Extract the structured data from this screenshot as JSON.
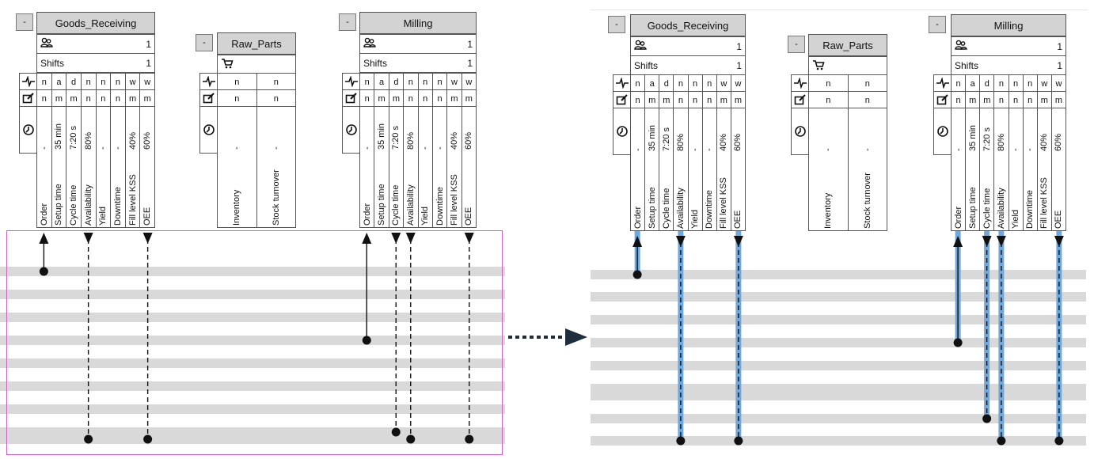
{
  "left_view": {
    "panels": [
      {
        "id": "goods",
        "collapse_label": "-",
        "title": "Goods_Receiving",
        "people_count": "1",
        "shifts_label": "Shifts",
        "shifts_count": "1",
        "row_pulse": [
          "n",
          "a",
          "d",
          "n",
          "n",
          "n",
          "w",
          "w"
        ],
        "row_edit": [
          "n",
          "m",
          "m",
          "n",
          "n",
          "n",
          "m",
          "m"
        ],
        "row_time": [
          "-",
          "35 min",
          "7:20 s",
          "80%",
          "-",
          "-",
          "40%",
          "60%"
        ],
        "labels": [
          "Order",
          "Setup time",
          "Cycle time",
          "Availability",
          "Yield",
          "Downtime",
          "Fill level KSS",
          "OEE"
        ]
      },
      {
        "id": "raw",
        "collapse_label": "-",
        "title": "Raw_Parts",
        "row_pulse": [
          "n",
          "n"
        ],
        "row_edit": [
          "n",
          "n"
        ],
        "row_time": [
          "-",
          "-"
        ],
        "labels": [
          "Inventory",
          "Stock turnover"
        ]
      },
      {
        "id": "milling",
        "collapse_label": "-",
        "title": "Milling",
        "people_count": "1",
        "shifts_label": "Shifts",
        "shifts_count": "1",
        "row_pulse": [
          "n",
          "a",
          "d",
          "n",
          "n",
          "n",
          "w",
          "w"
        ],
        "row_edit": [
          "n",
          "m",
          "m",
          "n",
          "n",
          "n",
          "m",
          "m"
        ],
        "row_time": [
          "-",
          "35 min",
          "7:20 s",
          "80%",
          "-",
          "-",
          "40%",
          "60%"
        ],
        "labels": [
          "Order",
          "Setup time",
          "Cycle time",
          "Availability",
          "Yield",
          "Downtime",
          "Fill level KSS",
          "OEE"
        ]
      }
    ]
  },
  "right_view": {
    "panels": [
      {
        "id": "goods",
        "collapse_label": "-",
        "title": "Goods_Receiving",
        "people_count": "1",
        "shifts_label": "Shifts",
        "shifts_count": "1",
        "row_pulse": [
          "n",
          "a",
          "d",
          "n",
          "n",
          "n",
          "w",
          "w"
        ],
        "row_edit": [
          "n",
          "m",
          "m",
          "n",
          "n",
          "n",
          "m",
          "m"
        ],
        "row_time": [
          "-",
          "35 min",
          "7:20 s",
          "80%",
          "-",
          "-",
          "40%",
          "60%"
        ],
        "labels": [
          "Order",
          "Setup time",
          "Cycle time",
          "Availability",
          "Yield",
          "Downtime",
          "Fill level KSS",
          "OEE"
        ]
      },
      {
        "id": "raw",
        "collapse_label": "-",
        "title": "Raw_Parts",
        "row_pulse": [
          "n",
          "n"
        ],
        "row_edit": [
          "n",
          "n"
        ],
        "row_time": [
          "-",
          "-"
        ],
        "labels": [
          "Inventory",
          "Stock turnover"
        ]
      },
      {
        "id": "milling",
        "collapse_label": "-",
        "title": "Milling",
        "people_count": "1",
        "shifts_label": "Shifts",
        "shifts_count": "1",
        "row_pulse": [
          "n",
          "a",
          "d",
          "n",
          "n",
          "n",
          "w",
          "w"
        ],
        "row_edit": [
          "n",
          "m",
          "m",
          "n",
          "n",
          "n",
          "m",
          "m"
        ],
        "row_time": [
          "-",
          "35 min",
          "7:20 s",
          "80%",
          "-",
          "-",
          "40%",
          "60%"
        ],
        "labels": [
          "Order",
          "Setup time",
          "Cycle time",
          "Availability",
          "Yield",
          "Downtime",
          "Fill level KSS",
          "OEE"
        ]
      }
    ]
  },
  "connectors": {
    "goods": [
      {
        "label": "Order",
        "direction": "up",
        "style": "solid",
        "lane": 1
      },
      {
        "label": "Availability",
        "direction": "down",
        "style": "dashed",
        "lane": 9
      },
      {
        "label": "OEE",
        "direction": "down",
        "style": "dashed",
        "lane": 9
      }
    ],
    "milling": [
      {
        "label": "Order",
        "direction": "up",
        "style": "solid",
        "lane": 4
      },
      {
        "label": "Cycle time",
        "direction": "down",
        "style": "dashed",
        "lane": 8
      },
      {
        "label": "Availability",
        "direction": "down",
        "style": "dashed",
        "lane": 9
      },
      {
        "label": "OEE",
        "direction": "down",
        "style": "dashed",
        "lane": 9
      }
    ]
  },
  "colors": {
    "band": "#d9d9d9",
    "frame": "#c864c8",
    "highlight": "#6fa8dc",
    "header": "#d3d3d3",
    "arrow": "#1f2d3d"
  },
  "icons": {
    "people": "people-icon",
    "cart": "cart-icon",
    "pulse": "pulse-icon",
    "edit": "edit-icon",
    "clock": "clock-icon",
    "transition": "dotted-arrow-icon"
  }
}
